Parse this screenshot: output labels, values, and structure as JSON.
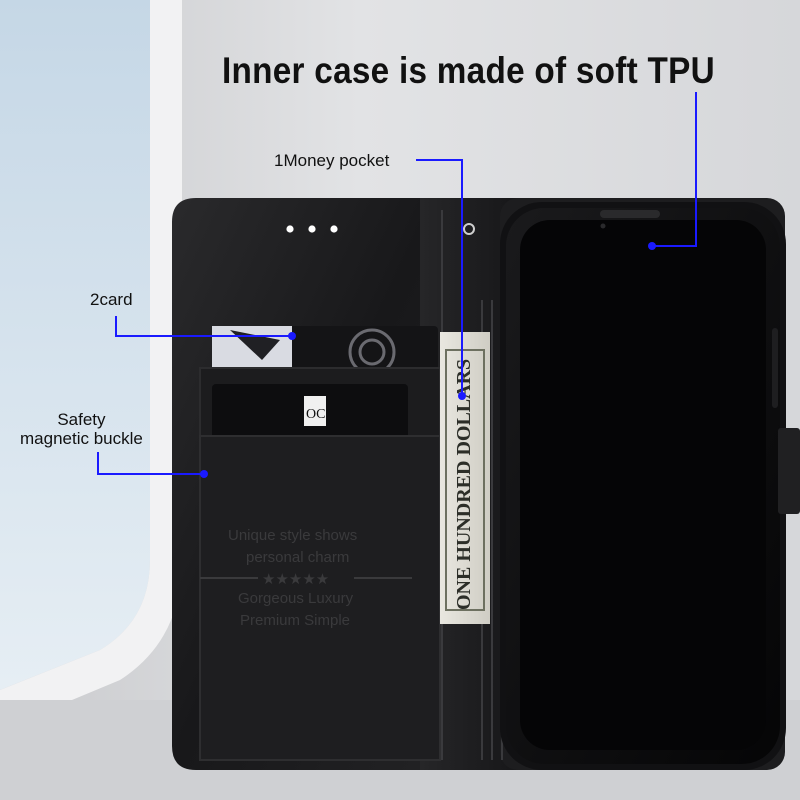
{
  "headline": "Inner case is made of soft TPU",
  "callouts": {
    "money_pocket": "1Money pocket",
    "card": "2card",
    "safety_line1": "Safety",
    "safety_line2": "magnetic buckle"
  },
  "emboss": {
    "line1": "Unique style shows",
    "line2": "personal charm",
    "stars": "★★★★★",
    "line3": "Gorgeous  Luxury",
    "line4": "Premium  Simple"
  },
  "banknote_text": "ONE HUNDRED DOLLARS",
  "colors": {
    "callout_line": "#1a1aff",
    "leather": "#1b1b1d",
    "phone_screen": "#050506",
    "background": "#d9dadd"
  }
}
